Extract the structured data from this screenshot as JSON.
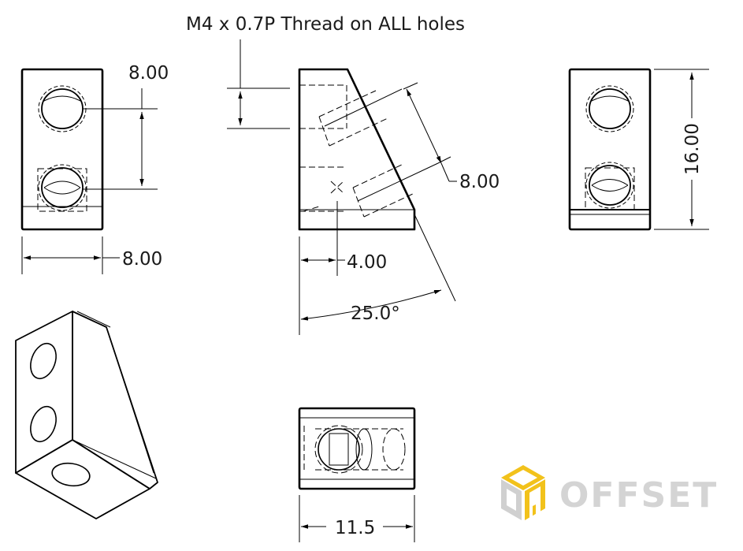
{
  "note": "M4 x 0.7P Thread on ALL holes",
  "dimensions": {
    "front_hole_spacing": "8.00",
    "front_width": "8.00",
    "side_hole_offset": "4.00",
    "side_angle": "25.0°",
    "side_slant_spacing": "8.00",
    "rear_height": "16.00",
    "bottom_length": "11.5"
  },
  "logo": {
    "text": "OFFSET",
    "mark_letters": "OR",
    "accent_color": "#f2c21b",
    "grey_color": "#cfcfcf"
  }
}
